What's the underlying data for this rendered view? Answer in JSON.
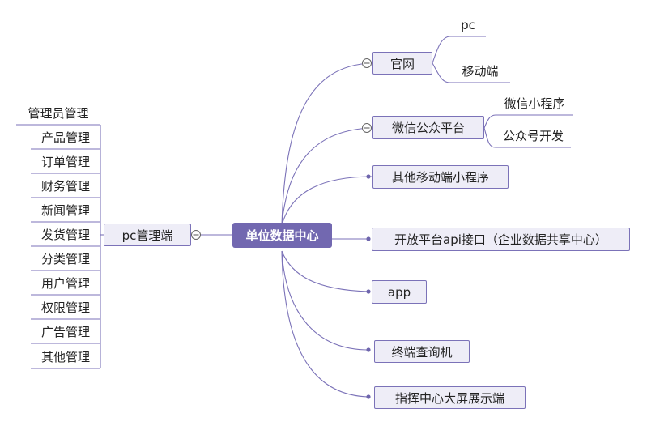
{
  "root": {
    "label": "单位数据中心"
  },
  "left_branch": {
    "label": "pc管理端",
    "items": [
      "管理员管理",
      "产品管理",
      "订单管理",
      "财务管理",
      "新闻管理",
      "发货管理",
      "分类管理",
      "用户管理",
      "权限管理",
      "广告管理",
      "其他管理"
    ]
  },
  "right_branches": [
    {
      "label": "官网",
      "children": [
        "pc",
        "移动端"
      ]
    },
    {
      "label": "微信公众平台",
      "children": [
        "微信小程序",
        "公众号开发"
      ]
    },
    {
      "label": "其他移动端小程序"
    },
    {
      "label": "开放平台api接口（企业数据共享中心）"
    },
    {
      "label": "app"
    },
    {
      "label": "终端查询机"
    },
    {
      "label": "指挥中心大屏展示端"
    }
  ],
  "colors": {
    "accent": "#7268b0",
    "line": "#7b72b8",
    "node_fill": "#eeedf7"
  }
}
